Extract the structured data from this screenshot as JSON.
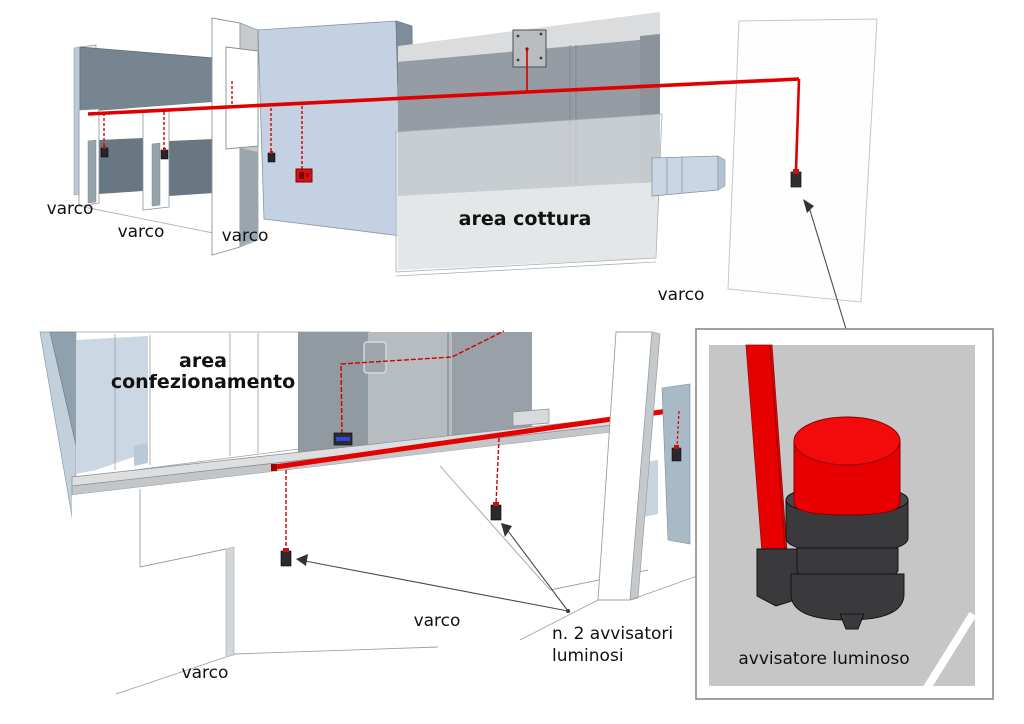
{
  "figure": {
    "kind": "3D architectural diagram of alarm-conduit layout",
    "language": "it"
  },
  "top_view": {
    "labels": {
      "varco_1": "varco",
      "varco_2": "varco",
      "varco_3": "varco",
      "area": "area cottura",
      "varco_4": "varco"
    }
  },
  "bottom_view": {
    "labels": {
      "area": "area confezionamento",
      "varco_1": "varco",
      "varco_2": "varco",
      "annotation": "n. 2 avvisatori luminosi"
    }
  },
  "inset": {
    "caption": "avvisatore luminoso"
  },
  "colors": {
    "pipe_red": "#e60000",
    "pipe_dark_red": "#8a0000",
    "wall_white": "#ffffff",
    "panel_light_blue": "#c4d1e3",
    "slate_band": "#76858f",
    "interior_gray": "#959ca4",
    "floor_gray": "#d3d5d6",
    "inset_floor": "#c6c6c6",
    "device_dark": "#3a3a3d",
    "arrow": "#4a4a4a"
  }
}
